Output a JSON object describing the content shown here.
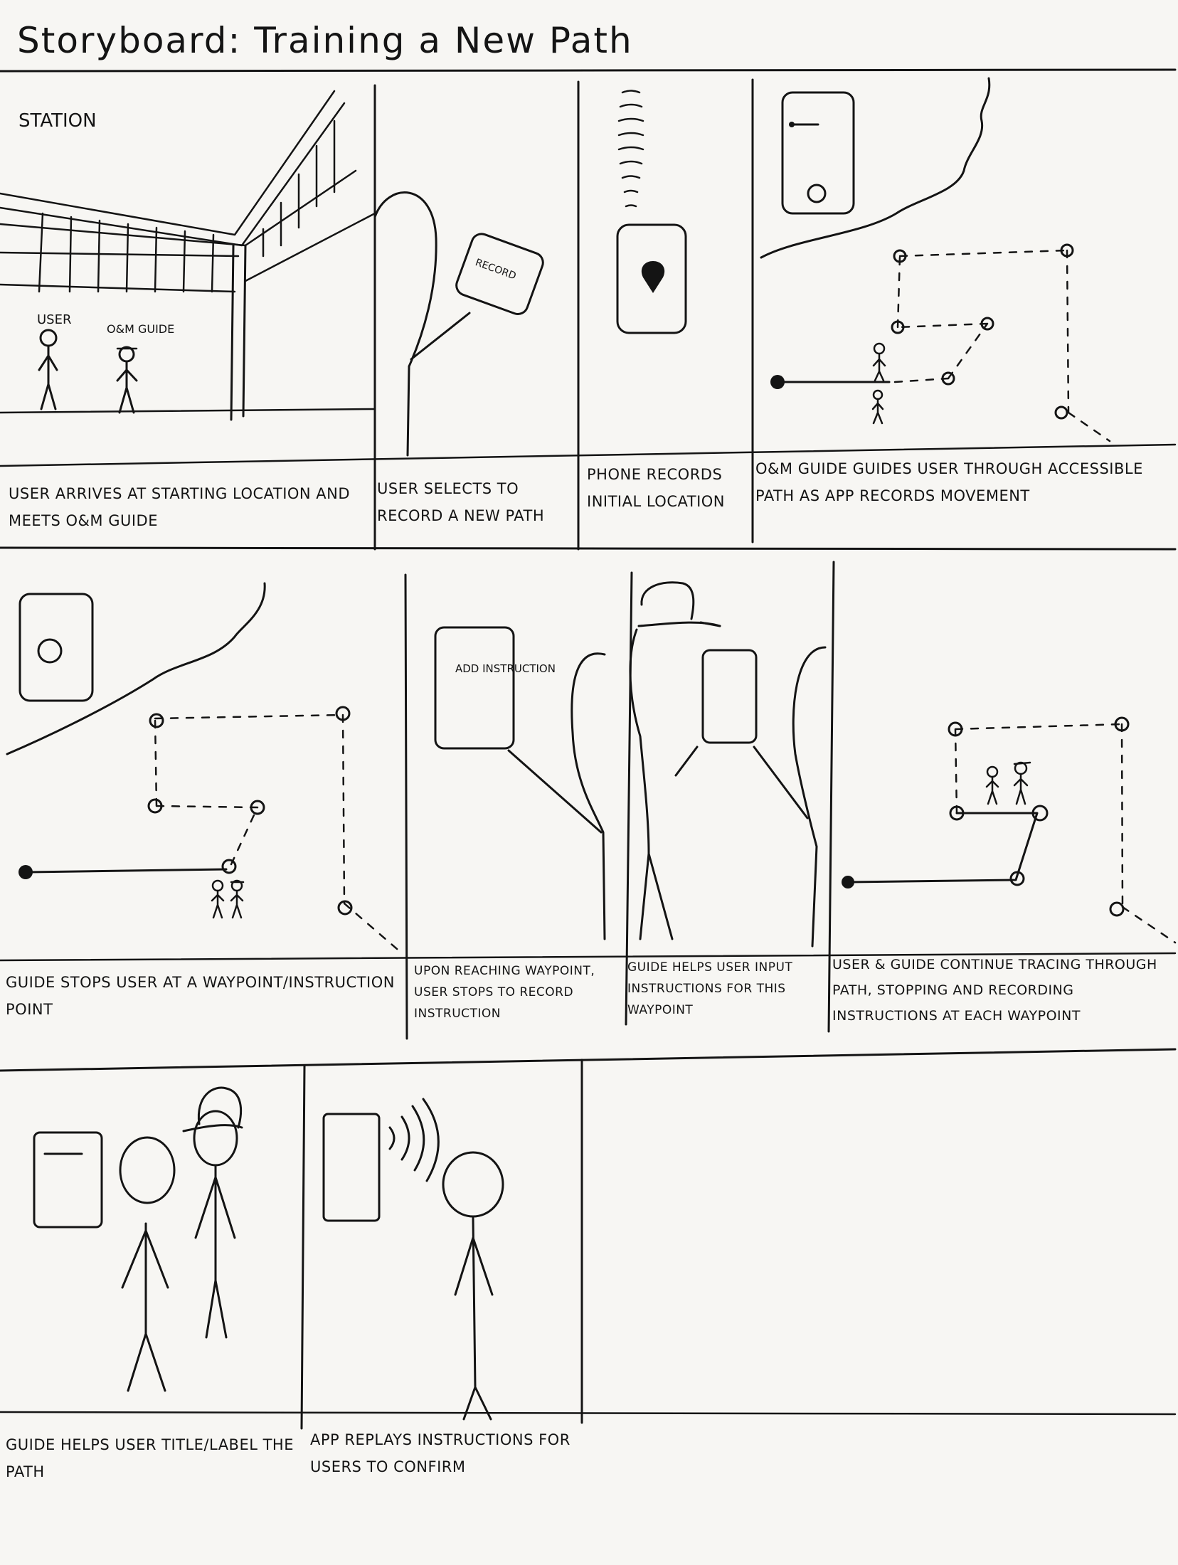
{
  "title": "Storyboard: Training a New Path",
  "scene_labels": {
    "station": "Station",
    "user": "User",
    "om_guide": "O&M Guide",
    "record": "Record",
    "add_instruction": "Add Instruction"
  },
  "panels": [
    {
      "caption": "User arrives at starting location and meets O&M guide"
    },
    {
      "caption": "User selects to record a new path"
    },
    {
      "caption": "Phone records initial location"
    },
    {
      "caption": "O&M guide guides user through accessible path as app records movement"
    },
    {
      "caption": "Guide stops user at a waypoint/instruction point"
    },
    {
      "caption": "Upon reaching waypoint, user stops to record instruction"
    },
    {
      "caption": "Guide helps user input instructions for this waypoint"
    },
    {
      "caption": "User & guide continue tracing through path, stopping and recording instructions at each waypoint"
    },
    {
      "caption": "Guide helps user title/label the path"
    },
    {
      "caption": "App replays instructions for users to confirm"
    }
  ]
}
